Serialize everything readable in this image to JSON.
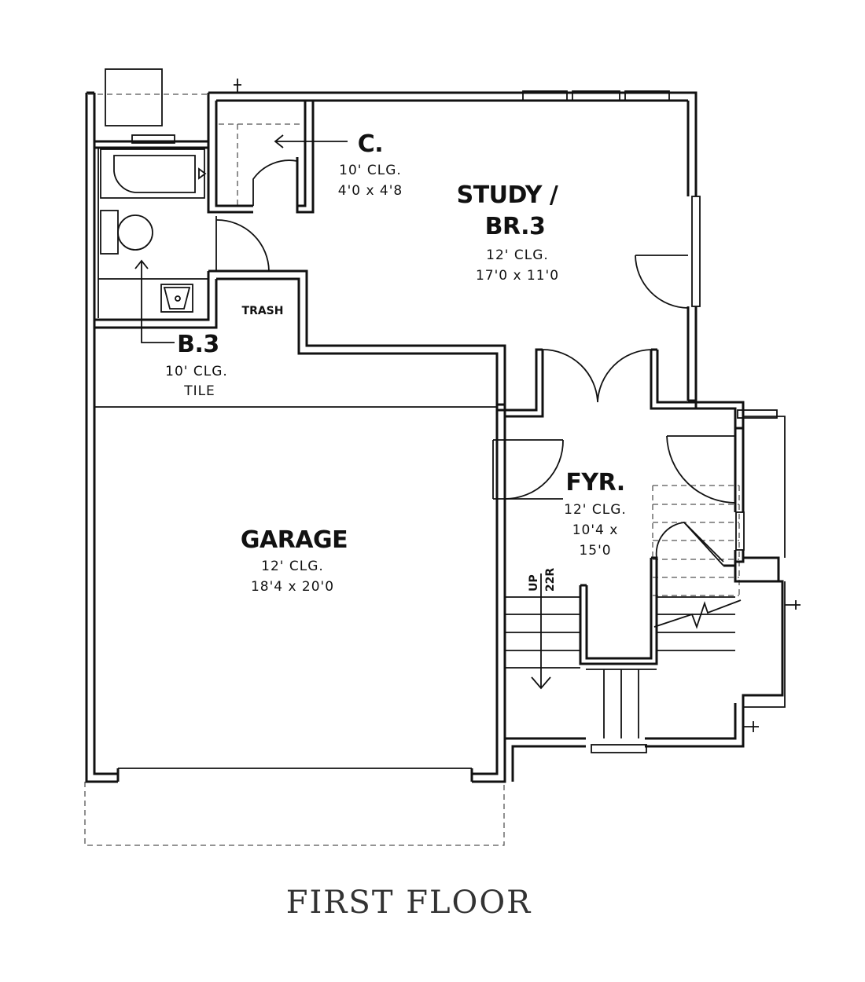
{
  "title": "FIRST FLOOR",
  "rooms": {
    "closet": {
      "name": "C.",
      "ceiling": "10' CLG.",
      "size": "4'0 x 4'8"
    },
    "study": {
      "name_line1": "STUDY /",
      "name_line2": "BR.3",
      "ceiling": "12' CLG.",
      "size": "17'0 x 11'0"
    },
    "bath": {
      "name": "B.3",
      "ceiling": "10' CLG.",
      "floor": "TILE"
    },
    "trash": {
      "label": "TRASH"
    },
    "garage": {
      "name": "GARAGE",
      "ceiling": "12' CLG.",
      "size": "18'4 x 20'0"
    },
    "foyer": {
      "name": "FYR.",
      "ceiling": "12' CLG.",
      "size_line1": "10'4 x",
      "size_line2": "15'0"
    }
  },
  "stairs": {
    "direction": "UP",
    "risers": "22R"
  }
}
